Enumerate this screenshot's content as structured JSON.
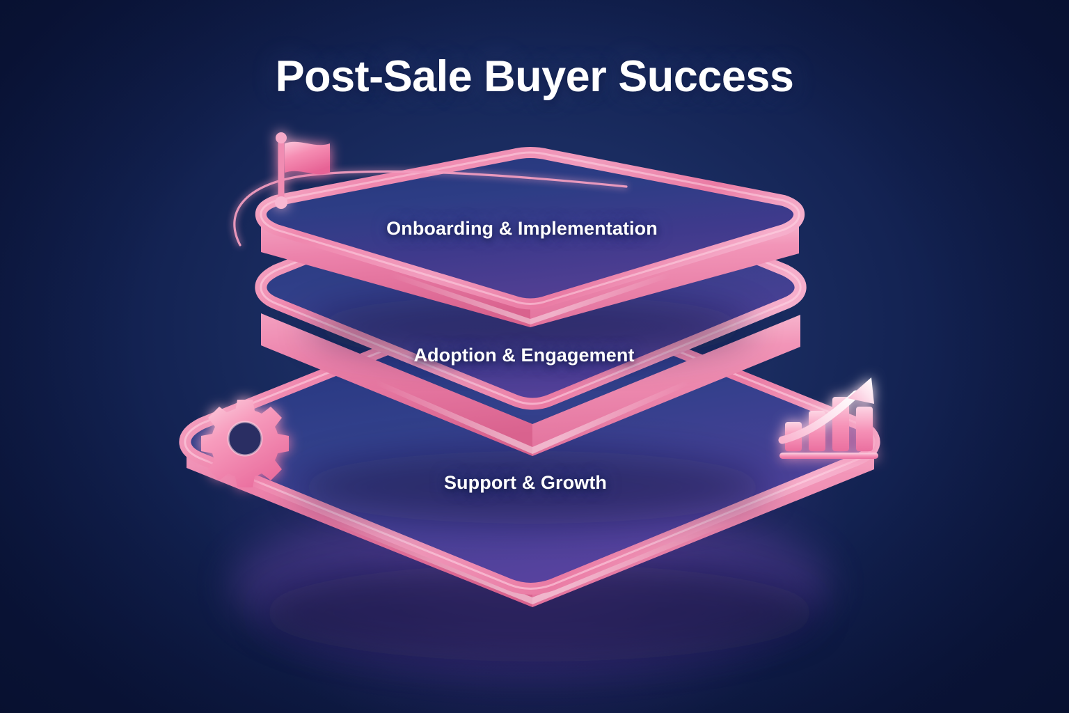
{
  "title": "Post-Sale Buyer Success",
  "theme": {
    "background_dark": "#0a1740",
    "background_mid": "#22356f",
    "glow_purple": "#7848aa",
    "accent_pink": "#ee7fa8",
    "accent_pink_light": "#f8b6cd",
    "accent_pink_deep": "#e0628f",
    "layer_top_blue": "#2c3c7e",
    "layer_top_purple": "#4a3c8a",
    "text_white": "#ffffff"
  },
  "layers": [
    {
      "label": "Onboarding & Implementation",
      "position": "top",
      "order": 1
    },
    {
      "label": "Adoption & Engagement",
      "position": "middle",
      "order": 2
    },
    {
      "label": "Support & Growth",
      "position": "bottom",
      "order": 3
    }
  ],
  "icons": [
    {
      "name": "flag-icon",
      "label": "Flag",
      "attached_to": "Onboarding & Implementation",
      "side": "left"
    },
    {
      "name": "gear-icon",
      "label": "Gear",
      "attached_to": "Support & Growth",
      "side": "left"
    },
    {
      "name": "growth-chart-icon",
      "label": "Growth chart with rising arrow",
      "attached_to": "Support & Growth",
      "side": "right"
    }
  ],
  "decorations": [
    {
      "name": "swoosh-arc",
      "label": "Glowing pink arc around top layer"
    }
  ],
  "chart_icon_bars": [
    0.38,
    0.55,
    0.82,
    0.68
  ]
}
